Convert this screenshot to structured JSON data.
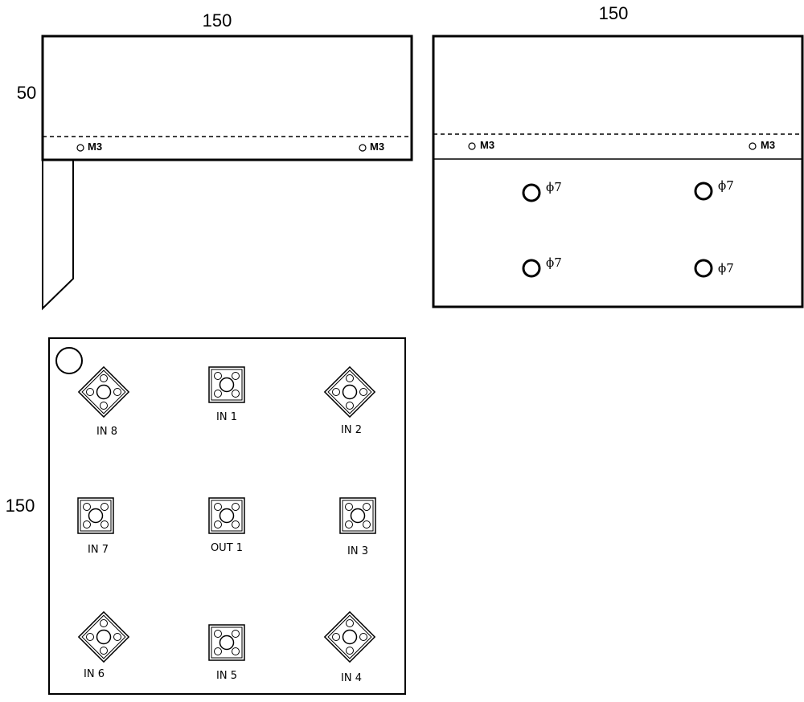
{
  "drawing": {
    "left_view": {
      "width_label": "150",
      "height_label": "50",
      "hole_label": "M3"
    },
    "right_view": {
      "width_label": "150",
      "hole_label": "M3",
      "big_hole_label": "ϕ7"
    },
    "front_panel": {
      "height_label": "150"
    },
    "connectors": [
      {
        "id": "in8",
        "label": "IN 8",
        "orientation": "diamond"
      },
      {
        "id": "in1",
        "label": "IN 1",
        "orientation": "square"
      },
      {
        "id": "in2",
        "label": "IN 2",
        "orientation": "diamond"
      },
      {
        "id": "in7",
        "label": "IN 7",
        "orientation": "square"
      },
      {
        "id": "out1",
        "label": "OUT 1",
        "orientation": "square"
      },
      {
        "id": "in3",
        "label": "IN 3",
        "orientation": "square"
      },
      {
        "id": "in6",
        "label": "IN 6",
        "orientation": "diamond"
      },
      {
        "id": "in5",
        "label": "IN 5",
        "orientation": "square"
      },
      {
        "id": "in4",
        "label": "IN 4",
        "orientation": "diamond"
      }
    ]
  }
}
